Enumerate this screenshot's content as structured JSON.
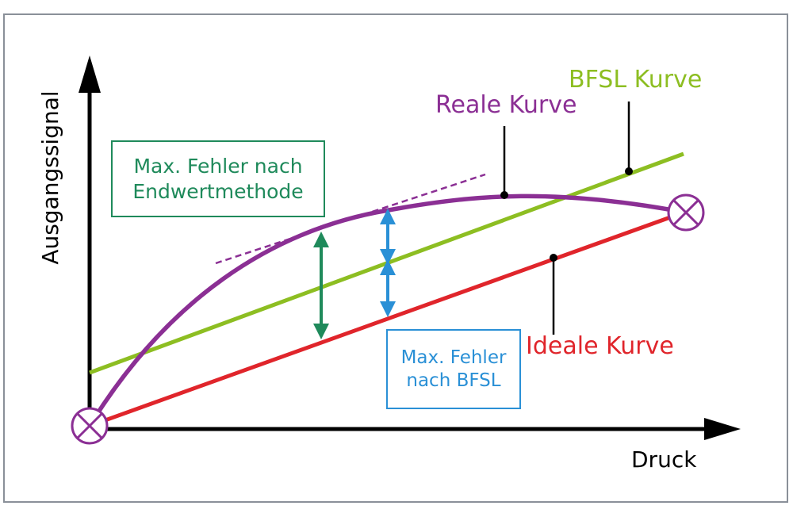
{
  "axes": {
    "x_label": "Druck",
    "y_label": "Ausgangssignal"
  },
  "curves": {
    "real": {
      "label": "Reale Kurve",
      "color": "#8b2f94"
    },
    "bfsl": {
      "label": "BFSL Kurve",
      "color": "#8dbe22"
    },
    "ideal": {
      "label": "Ideale Kurve",
      "color": "#e0252b"
    }
  },
  "annotations": {
    "endwert_box": {
      "lines": [
        "Max. Fehler nach",
        "Endwertmethode"
      ],
      "color": "#1f8a5b"
    },
    "bfsl_box": {
      "lines": [
        "Max. Fehler",
        "nach BFSL"
      ],
      "color": "#2a90d6"
    }
  },
  "endpoint_marker_icon": "circle-cross-icon",
  "colors": {
    "frame": "#8a9099",
    "axis": "#000000",
    "tangent": "#8b2f94"
  }
}
